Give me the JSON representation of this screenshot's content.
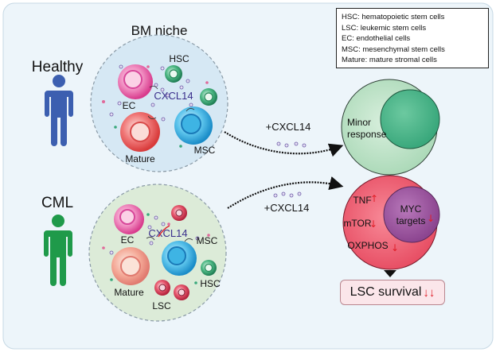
{
  "title": "BM niche",
  "groups": {
    "healthy": "Healthy",
    "cml": "CML"
  },
  "healthy_niche": {
    "hsc": "HSC",
    "ec": "EC",
    "cxcl14": "CXCL14",
    "mature": "Mature",
    "msc": "MSC"
  },
  "cml_niche": {
    "ec": "EC",
    "cxcl14": "CXCL14",
    "msc": "MSC",
    "mature": "Mature",
    "hsc": "HSC",
    "lsc": "LSC"
  },
  "arrows": {
    "top": "+CXCL14",
    "bottom": "+CXCL14"
  },
  "healthy_response": {
    "line1": "Minor",
    "line2": "response"
  },
  "cml_response": {
    "tnf": "TNF",
    "mtor": "mTOR",
    "oxphos": "OXPHOS",
    "myc1": "MYC",
    "myc2": "targets"
  },
  "legend": [
    "HSC: hematopoietic stem cells",
    "LSC: leukemic stem cells",
    "EC: endothelial cells",
    "MSC: mesenchymal stem cells",
    "Mature: mature stromal cells"
  ],
  "result": {
    "text": "LSC survival",
    "arrows": "↓↓"
  },
  "colors": {
    "background": "#edf5fa",
    "healthy_niche": "#d6e8f4",
    "cml_niche": "#dcebd8",
    "person_healthy": "#3c5fb0",
    "person_cml": "#1f9a4a",
    "ec": "#e0509a",
    "mature": "#e85050",
    "msc": "#2aa8dc",
    "hsc": "#2f9a6a",
    "lsc": "#c0304a",
    "minor_response": "#bfe3c9",
    "cml_response": "#ee5a6e",
    "myc": "#9a4f9c"
  }
}
